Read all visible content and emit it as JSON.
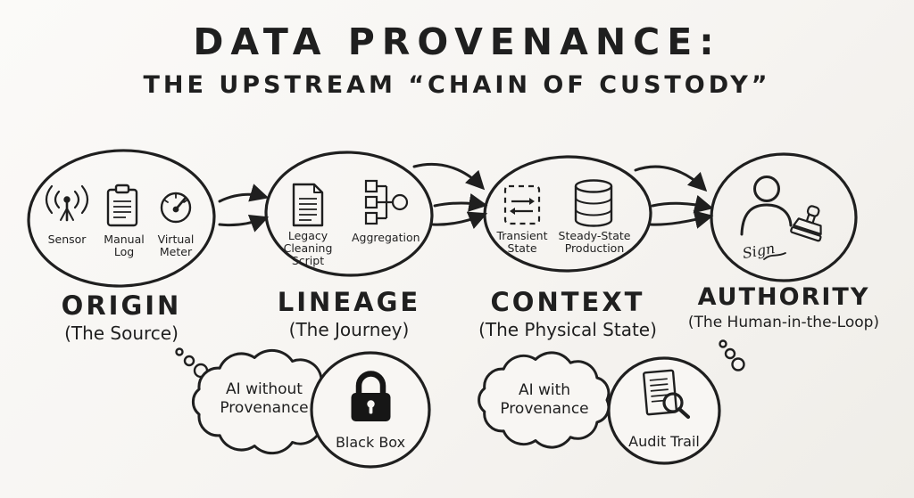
{
  "title": {
    "line1": "DATA PROVENANCE:",
    "line2": "THE UPSTREAM “CHAIN OF CUSTODY”"
  },
  "stages": {
    "origin": {
      "name": "ORIGIN",
      "subtitle": "(The Source)",
      "items": {
        "sensor": "Sensor",
        "manual_log": "Manual Log",
        "virtual_meter": "Virtual Meter"
      }
    },
    "lineage": {
      "name": "LINEAGE",
      "subtitle": "(The Journey)",
      "items": {
        "legacy_cleaning_script": "Legacy Cleaning Script",
        "aggregation": "Aggregation"
      }
    },
    "context": {
      "name": "CONTEXT",
      "subtitle": "(The Physical State)",
      "items": {
        "transient_state": "Transient State",
        "steady_state_production": "Steady-State Production"
      }
    },
    "authority": {
      "name": "AUTHORITY",
      "subtitle": "(The Human-in-the-Loop)",
      "signature": "Sign"
    }
  },
  "callouts": {
    "ai_without": {
      "label": "AI without Provenance"
    },
    "black_box": {
      "label": "Black Box",
      "icon": "padlock-icon"
    },
    "ai_with": {
      "label": "AI with Provenance"
    },
    "audit_trail": {
      "label": "Audit Trail",
      "icon": "document-magnifier-icon"
    }
  },
  "icons": {
    "sensor-icon": "antenna-with-waves",
    "manual-log-icon": "clipboard",
    "virtual-meter-icon": "gauge",
    "legacy-script-icon": "document",
    "aggregation-icon": "nodes-to-circle",
    "transient-state-icon": "dashed-box-swap-arrows",
    "steady-state-icon": "database-cylinder",
    "authority-icon": "person-signing",
    "stamp-icon": "rubber-stamp",
    "black-box-icon": "padlock",
    "audit-trail-icon": "document-with-magnifier"
  },
  "colors": {
    "ink": "#1f1f1f",
    "background": "#f6f4f1"
  }
}
